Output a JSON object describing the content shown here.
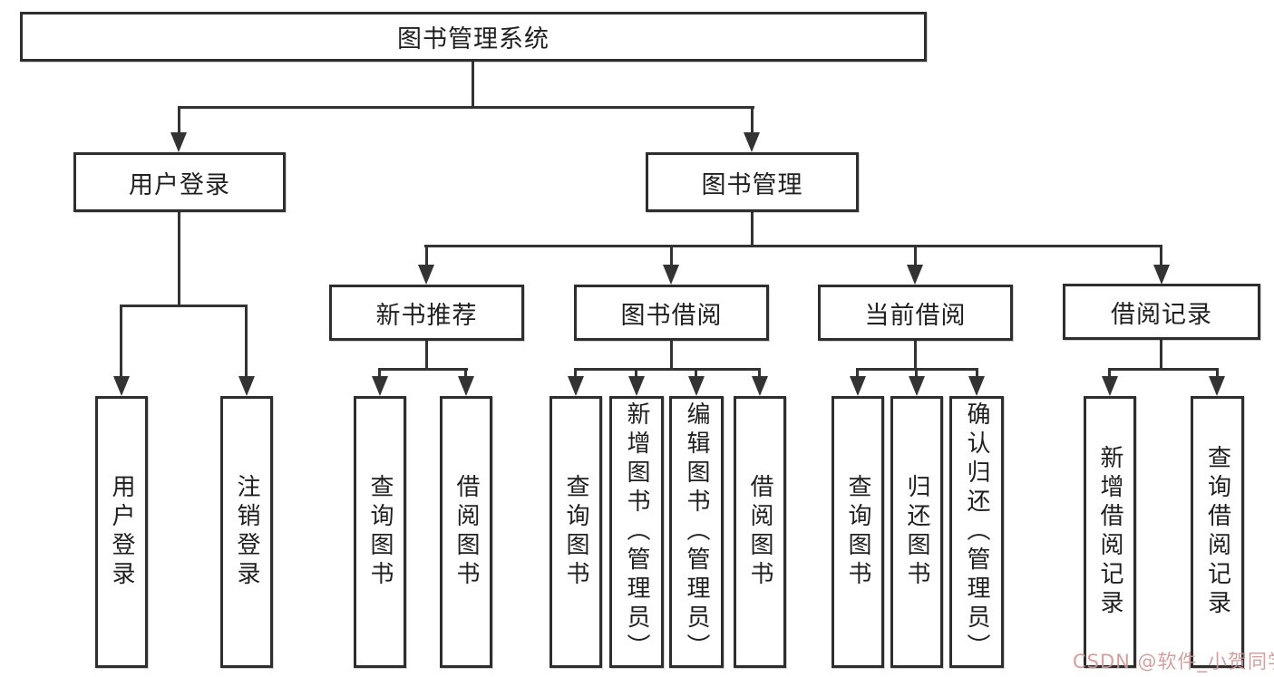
{
  "nodes": {
    "root": "图书管理系统",
    "user_login": "用户登录",
    "book_mgmt": "图书管理",
    "new_book_rec": "新书推荐",
    "book_borrow": "图书借阅",
    "current_borrow": "当前借阅",
    "borrow_records": "借阅记录",
    "ul_user_login": "用户登录",
    "ul_logout": "注销登录",
    "nb_query_book": "查询图书",
    "nb_borrow_book": "借阅图书",
    "bb_query_book": "查询图书",
    "bb_add_book": "新增图书（管理员）",
    "bb_edit_book": "编辑图书（管理员）",
    "bb_borrow_book": "借阅图书",
    "cb_query_book": "查询图书",
    "cb_return_book": "归还图书",
    "cb_confirm_return": "确认归还（管理员）",
    "br_add_record": "新增借阅记录",
    "br_query_record": "查询借阅记录"
  },
  "watermark": {
    "text": "CSDN @软件_小贺同学",
    "color": "#cf9595"
  },
  "colors": {
    "line": "#333333",
    "box_border": "#2e2e2e",
    "background": "#ffffff"
  }
}
